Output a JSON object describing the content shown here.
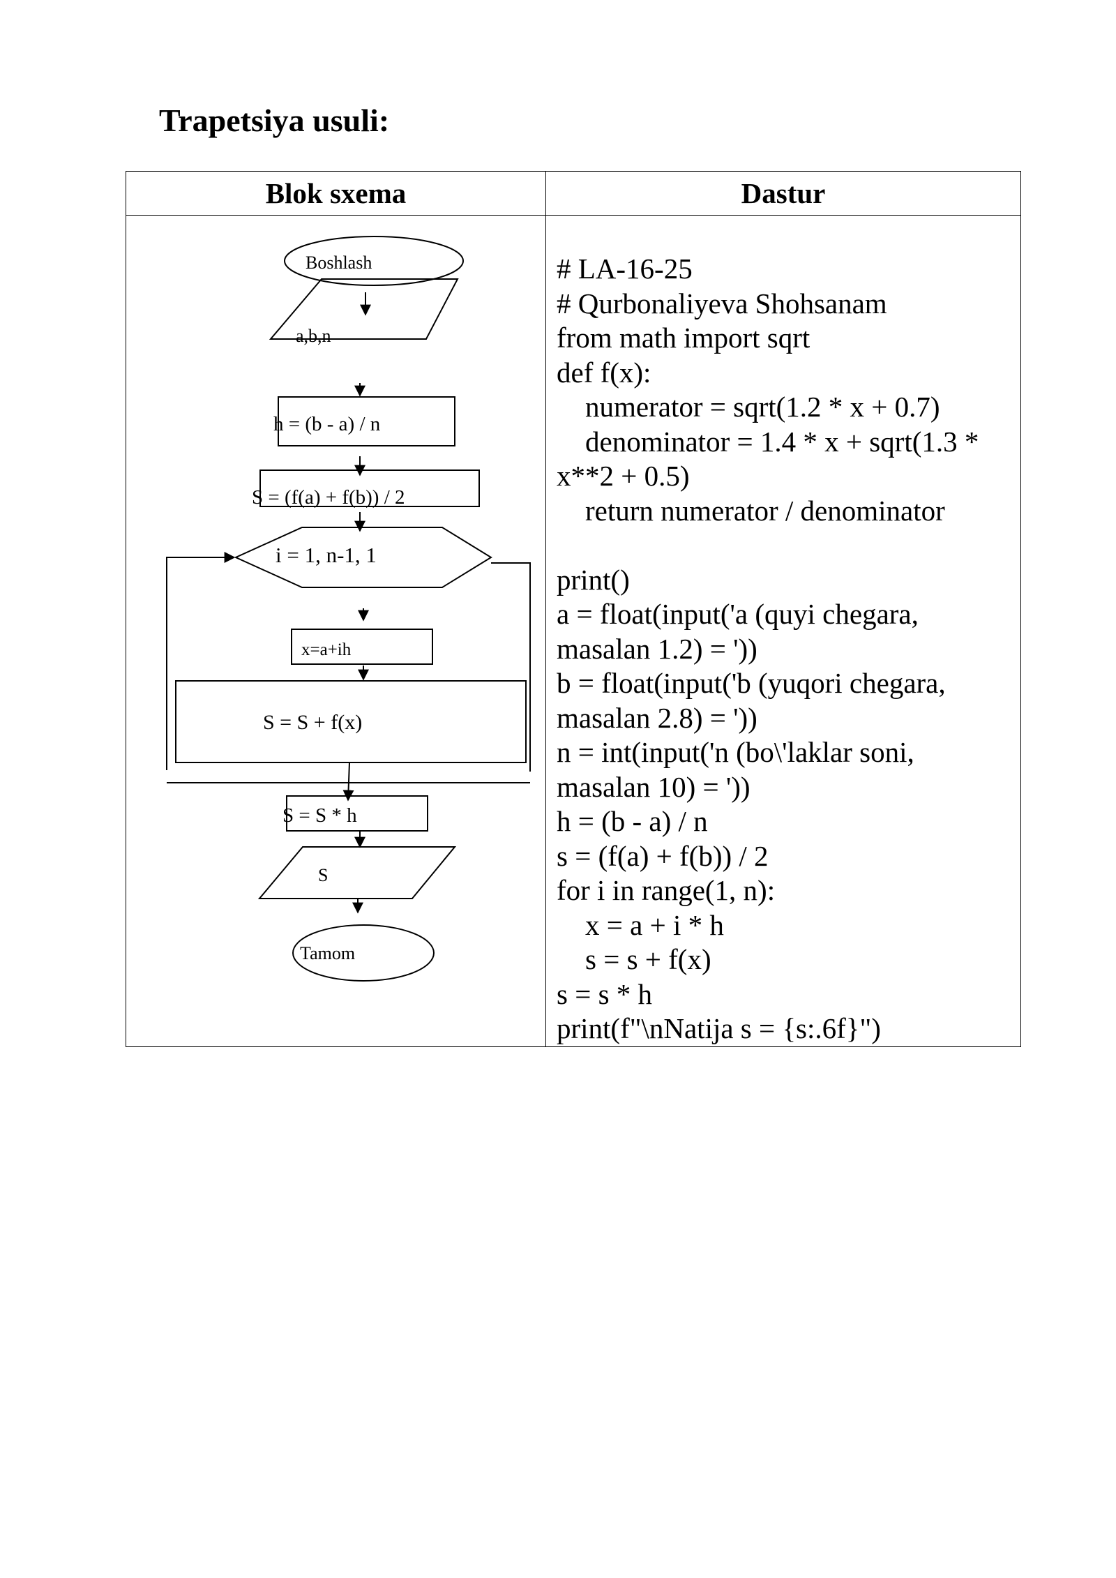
{
  "heading": "Trapetsiya usuli:",
  "table": {
    "header_left": "Blok sxema",
    "header_right": "Dastur"
  },
  "flowchart": {
    "start": "Boshlash",
    "input": "a,b,n",
    "step_h": "h = (b - a) / n",
    "step_s_init": "S = (f(a) + f(b)) / 2",
    "loop": "i = 1, n-1, 1",
    "step_x": "x=a+ih",
    "step_s_add": "S = S + f(x)",
    "step_s_mul": "S = S * h",
    "output": "S",
    "end": "Tamom"
  },
  "code": [
    "# LA-16-25",
    "# Qurbonaliyeva Shohsanam",
    "from math import sqrt",
    "def f(x):",
    "    numerator = sqrt(1.2 * x + 0.7)",
    "    denominator = 1.4 * x + sqrt(1.3 *",
    "x**2 + 0.5)",
    "    return numerator / denominator",
    "",
    "print()",
    "a = float(input('a (quyi chegara,",
    "masalan 1.2) = '))",
    "b = float(input('b (yuqori chegara,",
    "masalan 2.8) = '))",
    "n = int(input('n (bo\\'laklar soni,",
    "masalan 10) = '))",
    "h = (b - a) / n",
    "s = (f(a) + f(b)) / 2",
    "for i in range(1, n):",
    "    x = a + i * h",
    "    s = s + f(x)",
    "s = s * h",
    "print(f\"\\nNatija s = {s:.6f}\")"
  ]
}
